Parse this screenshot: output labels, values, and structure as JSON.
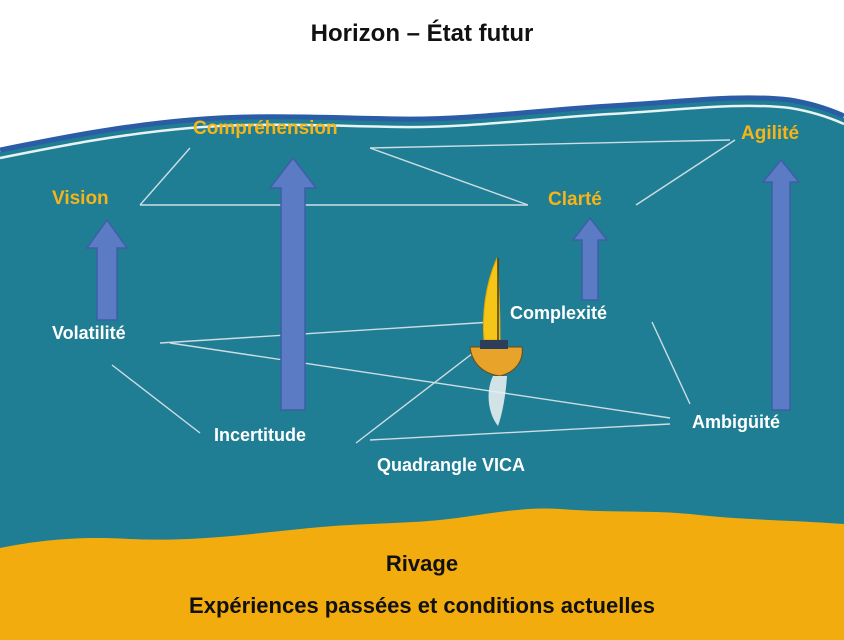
{
  "header": {
    "title": "Horizon – État futur"
  },
  "goals": {
    "comprehension": "Compréhension",
    "vision": "Vision",
    "clarity": "Clarté",
    "agility": "Agilité"
  },
  "challenges": {
    "volatility": "Volatilité",
    "complexity": "Complexité",
    "uncertainty": "Incertitude",
    "ambiguity": "Ambigüité"
  },
  "quadrangle_label": "Quadrangle VICA",
  "shore": {
    "title": "Rivage",
    "subtitle": "Expériences passées et conditions actuelles"
  },
  "colors": {
    "sky": "#ffffff",
    "sea": "#1f7e93",
    "sea_edge": "#16657a",
    "horizon_line": "#2a5da6",
    "sand": "#f3ac0e",
    "arrow_fill": "#5b7cc4",
    "arrow_stroke": "#3d5fa8",
    "goal_text": "#f5b417",
    "challenge_text": "#ffffff",
    "title_text": "#111111"
  },
  "icons": {
    "boat": "sailboat-icon"
  }
}
